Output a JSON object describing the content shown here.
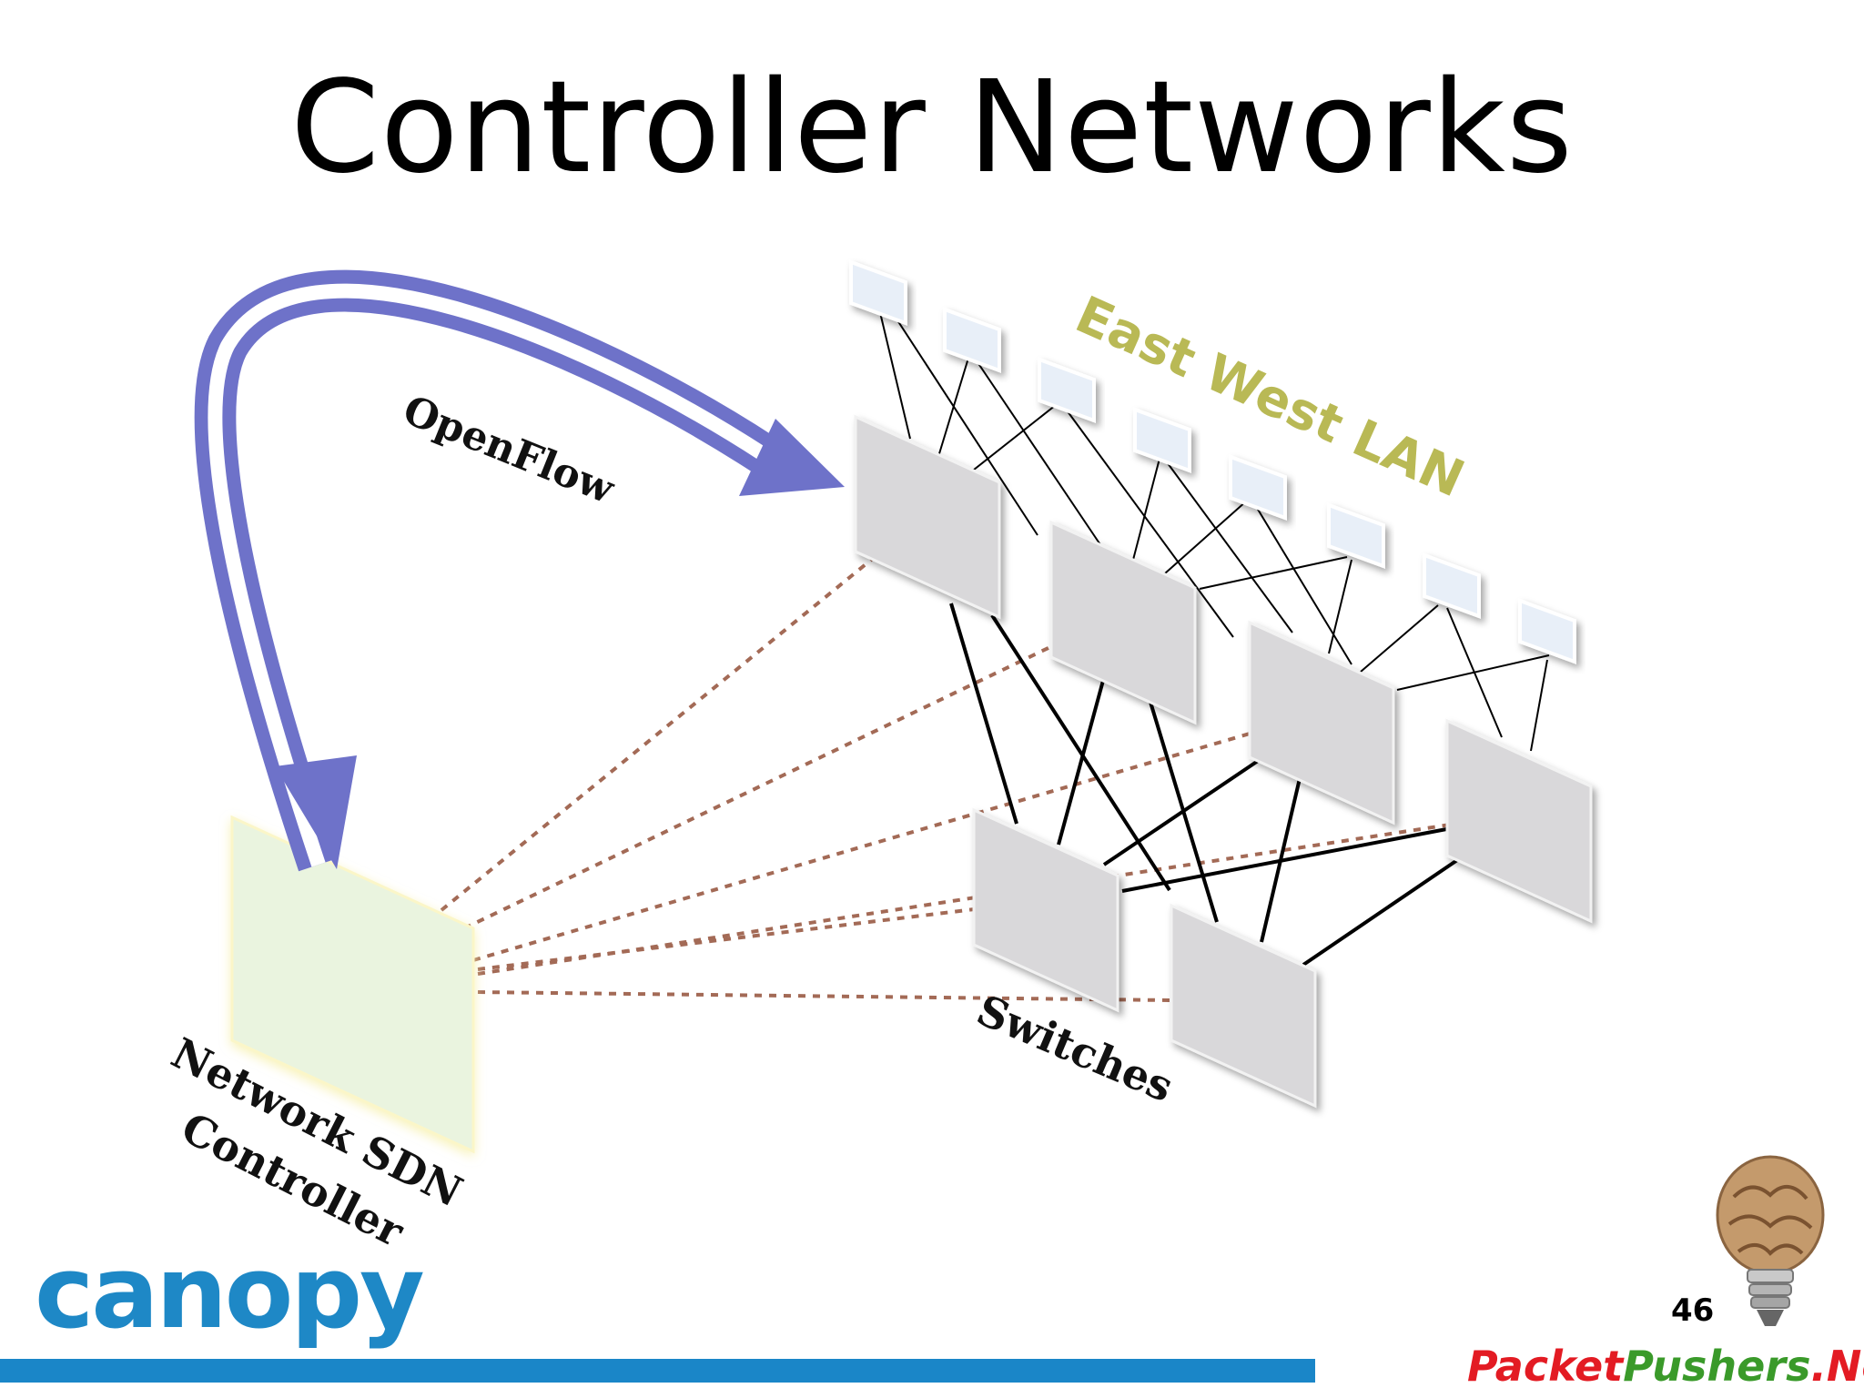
{
  "slide": {
    "title": "Controller Networks",
    "slide_number": "46"
  },
  "diagram": {
    "openflow_label": "OpenFlow",
    "east_west_label": "East West LAN",
    "switches_label": "Switches",
    "controller_label_line1": "Network SDN",
    "controller_label_line2": "Controller",
    "colors": {
      "arrow": "#6e72c9",
      "east_west_text": "#b9b955",
      "switch_fill": "#d9d8da",
      "controller_fill": "#eaf4df",
      "dotted_link": "#a36a56",
      "solid_link": "#000000"
    }
  },
  "footer": {
    "canopy_logo": "canopy",
    "brand_part1": "Packet",
    "brand_part2": "Pushers",
    "brand_part3": ".Net",
    "colors": {
      "bar": "#1a86c8",
      "canopy": "#1e88c6",
      "brand_red": "#e31b23",
      "brand_green": "#3a9a2a"
    }
  }
}
